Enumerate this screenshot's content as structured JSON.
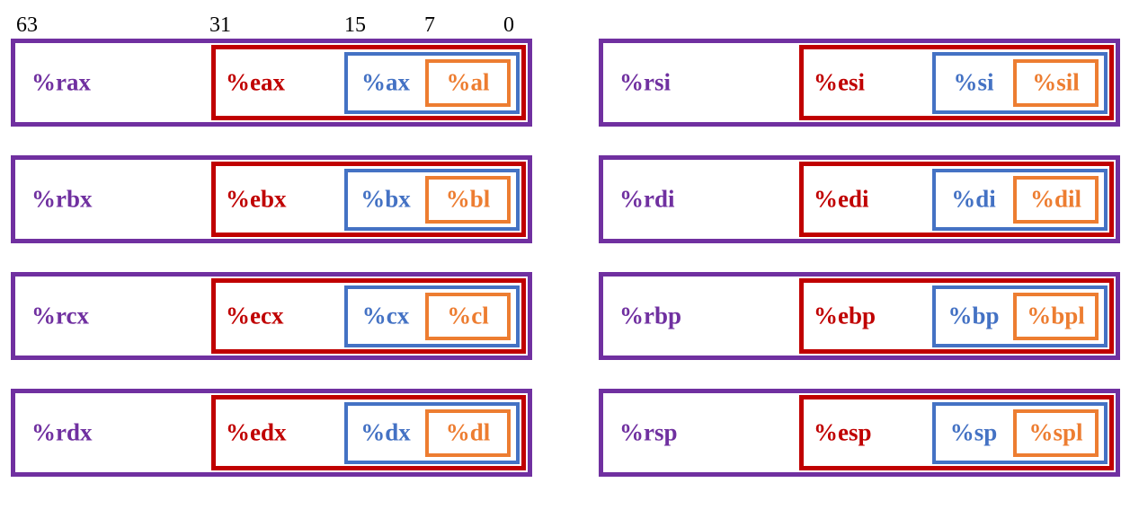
{
  "colors": {
    "register_64_bit": "#7030A0",
    "register_32_bit": "#C00000",
    "register_16_bit": "#4472C4",
    "register_8_bit": "#ED7D31",
    "bit_labels": "#000000"
  },
  "bit_ruler": {
    "labels": [
      {
        "text": "63"
      },
      {
        "text": "31"
      },
      {
        "text": "15"
      },
      {
        "text": "7"
      },
      {
        "text": "0"
      }
    ]
  },
  "registers": {
    "left_column": [
      {
        "r64": "%rax",
        "r32": "%eax",
        "r16": "%ax",
        "r8": "%al"
      },
      {
        "r64": "%rbx",
        "r32": "%ebx",
        "r16": "%bx",
        "r8": "%bl"
      },
      {
        "r64": "%rcx",
        "r32": "%ecx",
        "r16": "%cx",
        "r8": "%cl"
      },
      {
        "r64": "%rdx",
        "r32": "%edx",
        "r16": "%dx",
        "r8": "%dl"
      }
    ],
    "right_column": [
      {
        "r64": "%rsi",
        "r32": "%esi",
        "r16": "%si",
        "r8": "%sil"
      },
      {
        "r64": "%rdi",
        "r32": "%edi",
        "r16": "%di",
        "r8": "%dil"
      },
      {
        "r64": "%rbp",
        "r32": "%ebp",
        "r16": "%bp",
        "r8": "%bpl"
      },
      {
        "r64": "%rsp",
        "r32": "%esp",
        "r16": "%sp",
        "r8": "%spl"
      }
    ]
  }
}
